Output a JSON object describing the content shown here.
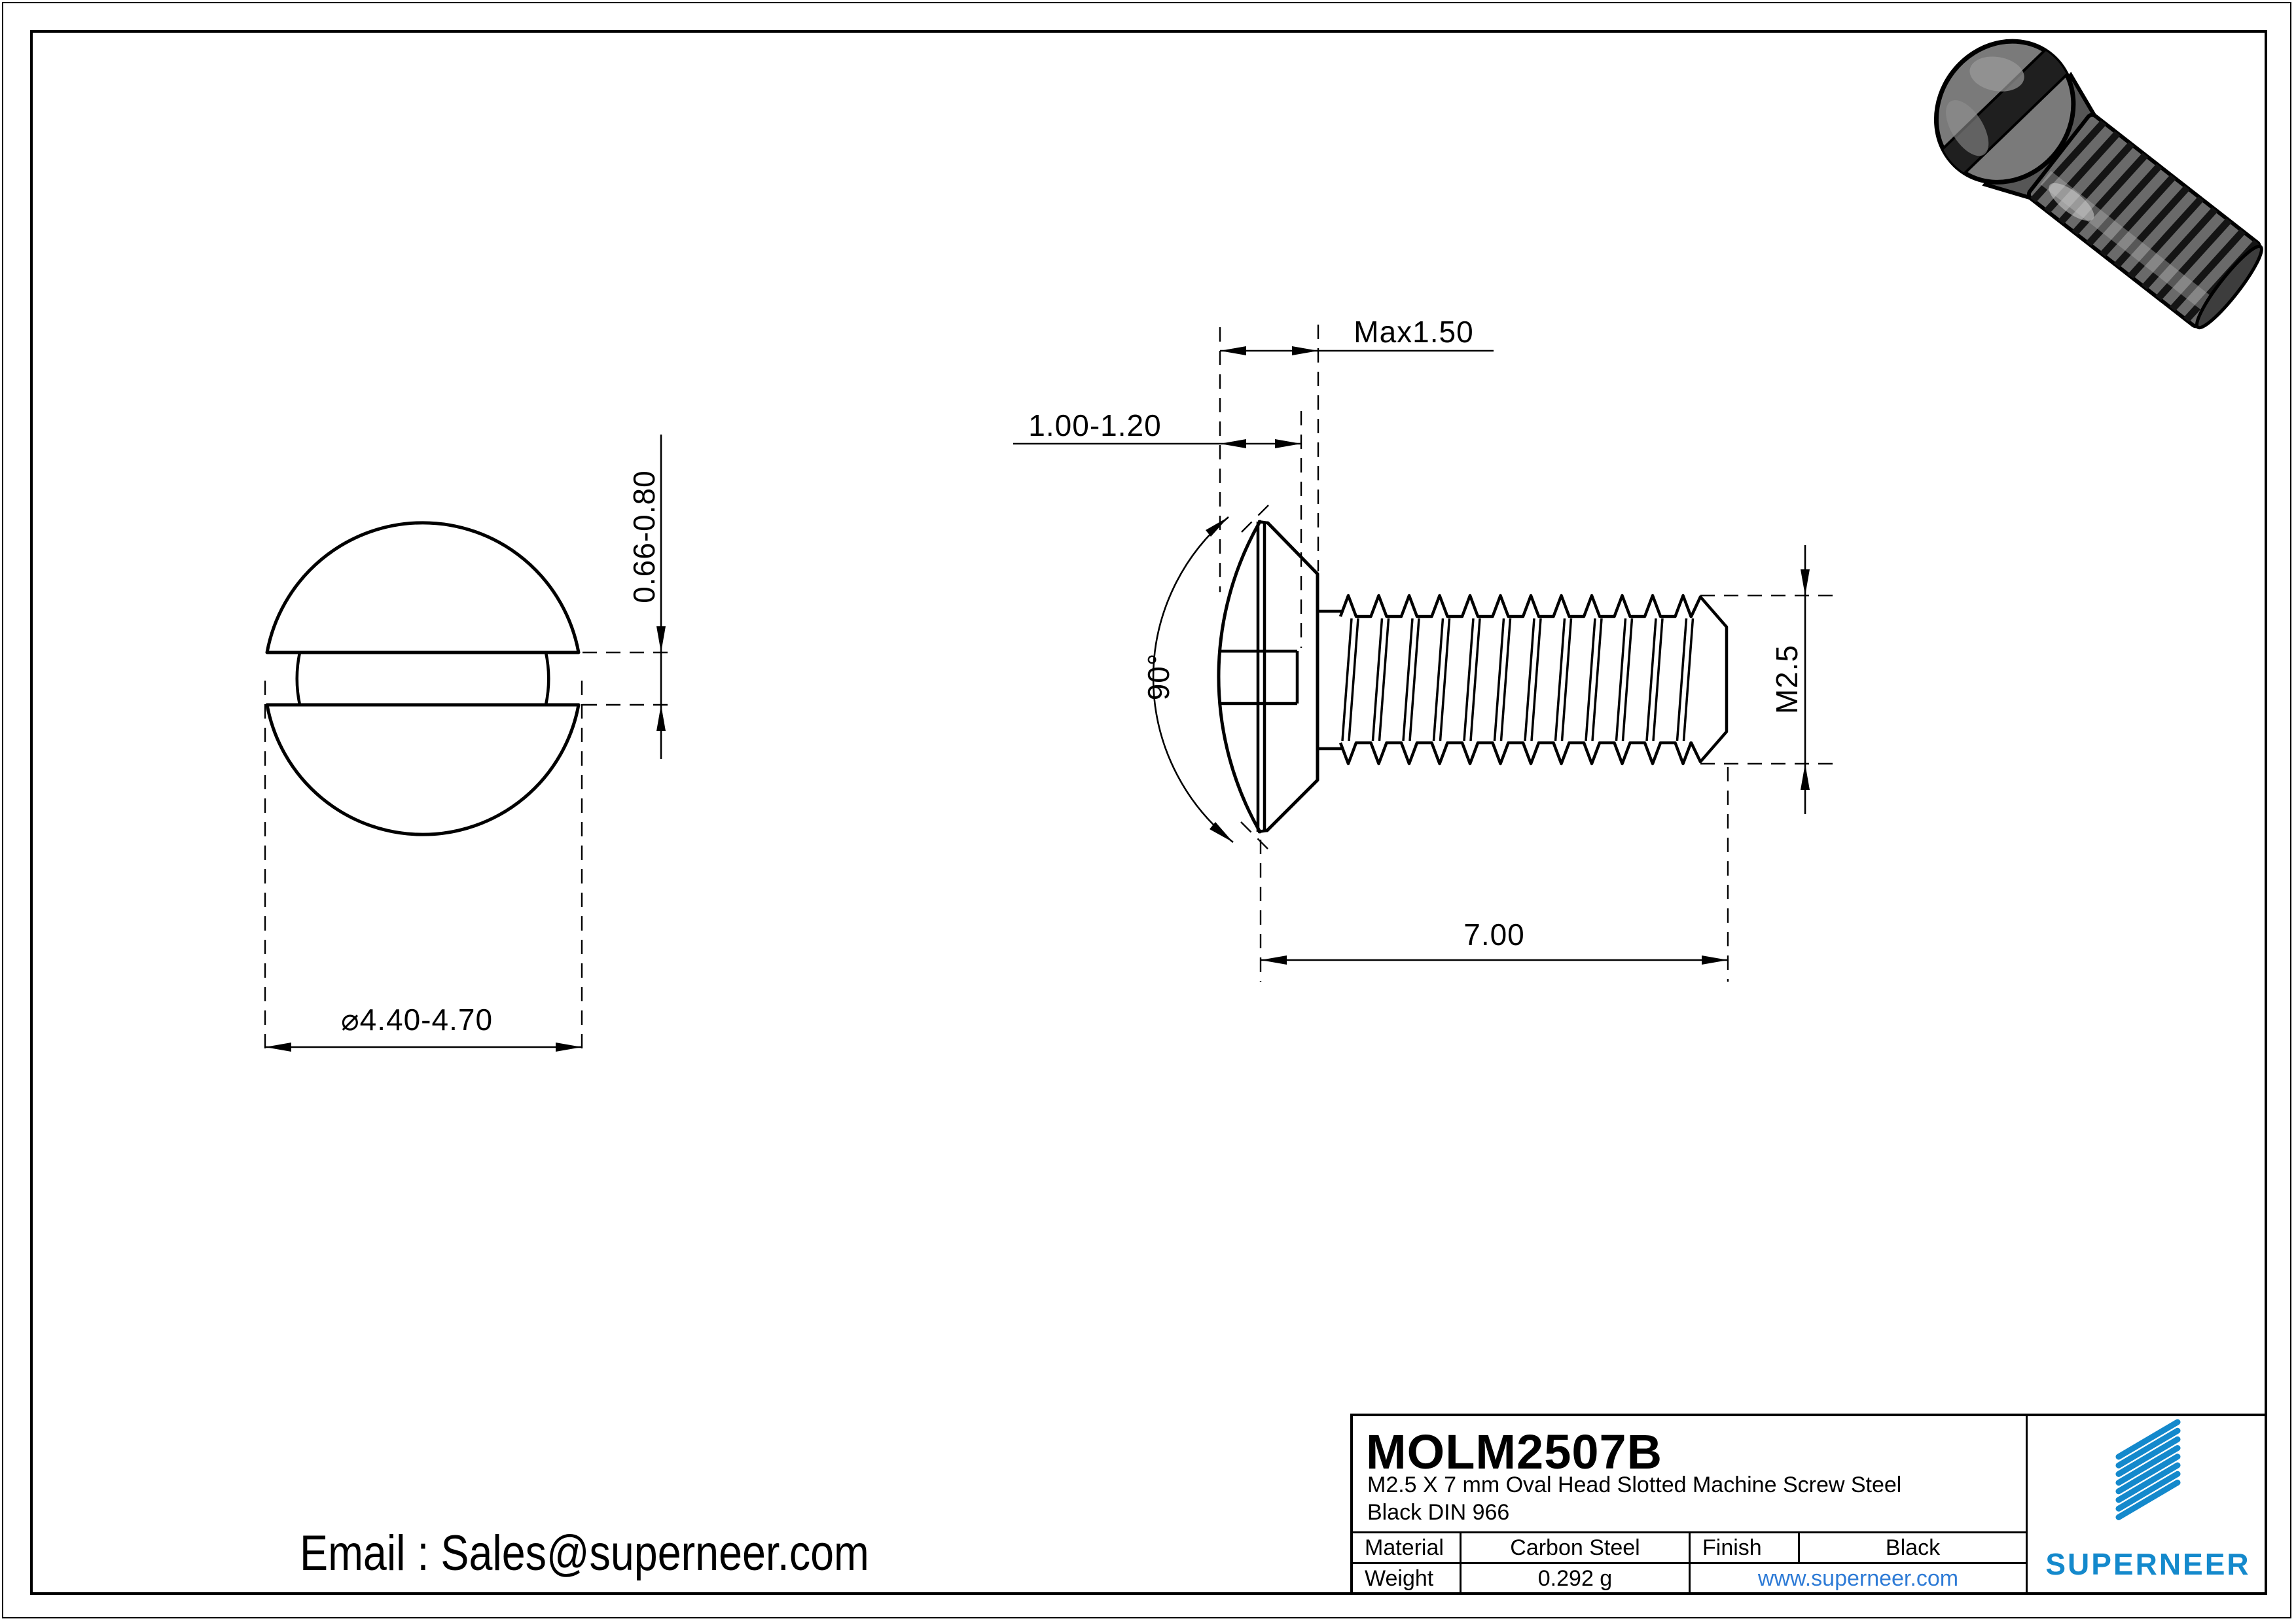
{
  "dims": {
    "slot_depth": "0.66-0.80",
    "head_diameter": "⌀4.40-4.70",
    "head_height_max": "Max1.50",
    "dome_height": "1.00-1.20",
    "cone_angle": "90°",
    "thread": "M2.5",
    "length": "7.00"
  },
  "email": {
    "label": "Email : Sales@superneer.com"
  },
  "title_block": {
    "part_number": "MOLM2507B",
    "description_line1": "M2.5 X 7 mm  Oval Head Slotted Machine Screw Steel",
    "description_line2": "Black DIN 966",
    "material_label": "Material",
    "material_value": "Carbon Steel",
    "finish_label": "Finish",
    "finish_value": "Black",
    "weight_label": "Weight",
    "weight_value": "0.292 g",
    "website": "www.superneer.com",
    "brand": "SUPERNEER",
    "brand_color": "#1489cc",
    "link_color": "#2e7bd6"
  }
}
